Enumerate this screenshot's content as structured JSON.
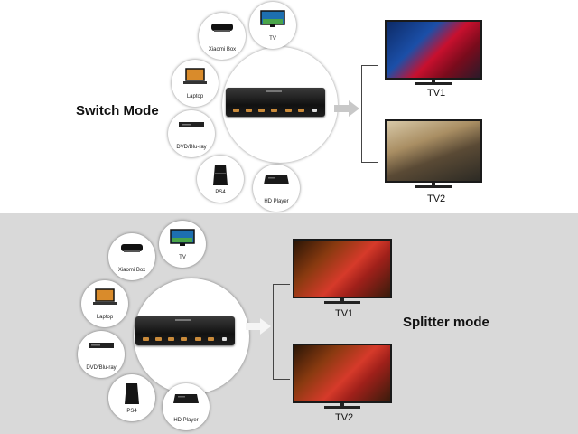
{
  "switch_mode": {
    "title": "Switch Mode",
    "devices": [
      {
        "label": "Xiaomi Box",
        "icon": "media-box-icon"
      },
      {
        "label": "TV",
        "icon": "tv-icon"
      },
      {
        "label": "Laptop",
        "icon": "laptop-icon"
      },
      {
        "label": "DVD/Blu-ray",
        "icon": "dvd-player-icon"
      },
      {
        "label": "PS4",
        "icon": "game-console-icon"
      },
      {
        "label": "HD Player",
        "icon": "hd-player-icon"
      }
    ],
    "outputs": [
      {
        "label": "TV1"
      },
      {
        "label": "TV2"
      }
    ]
  },
  "splitter_mode": {
    "title": "Splitter mode",
    "devices": [
      {
        "label": "Xiaomi Box",
        "icon": "media-box-icon"
      },
      {
        "label": "TV",
        "icon": "tv-icon"
      },
      {
        "label": "Laptop",
        "icon": "laptop-icon"
      },
      {
        "label": "DVD/Blu-ray",
        "icon": "dvd-player-icon"
      },
      {
        "label": "PS4",
        "icon": "game-console-icon"
      },
      {
        "label": "HD Player",
        "icon": "hd-player-icon"
      }
    ],
    "outputs": [
      {
        "label": "TV1"
      },
      {
        "label": "TV2"
      }
    ]
  },
  "colors": {
    "bottom_panel_bg": "#d9d9d9",
    "arrow": "#c8c8c8",
    "port": "#c98a3a"
  }
}
